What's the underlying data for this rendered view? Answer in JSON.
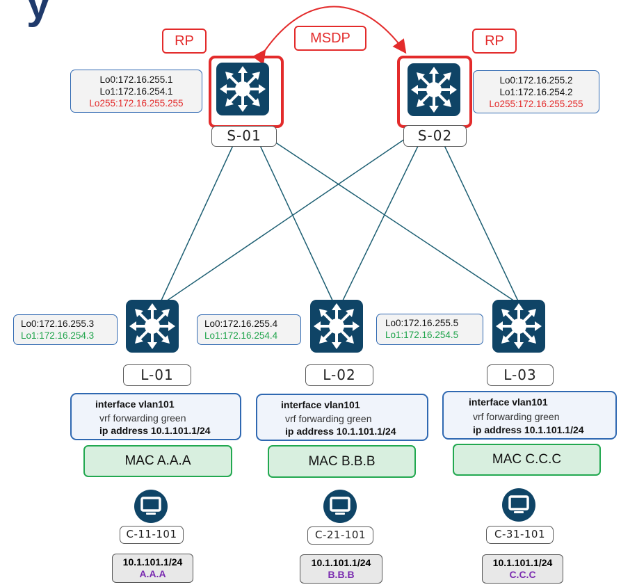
{
  "header": {
    "title_fragment": "y"
  },
  "labels": {
    "rp_left": "RP",
    "rp_right": "RP",
    "msdp": "MSDP"
  },
  "spines": [
    {
      "name": "S-01",
      "lo0": "Lo0:172.16.255.1",
      "lo1": "Lo1:172.16.254.1",
      "lo255": "Lo255:172.16.255.255"
    },
    {
      "name": "S-02",
      "lo0": "Lo0:172.16.255.2",
      "lo1": "Lo1:172.16.254.2",
      "lo255": "Lo255:172.16.255.255"
    }
  ],
  "leaves": [
    {
      "name": "L-01",
      "lo0": "Lo0:172.16.255.3",
      "lo1": "Lo1:172.16.254.3",
      "cfg1": "interface vlan101",
      "cfg2": "vrf forwarding green",
      "cfg3": "ip address 10.1.101.1/24",
      "mac": "MAC A.A.A",
      "client": "C-11-101",
      "client_ip": "10.1.101.1/24",
      "client_mac": "A.A.A"
    },
    {
      "name": "L-02",
      "lo0": "Lo0:172.16.255.4",
      "lo1": "Lo1:172.16.254.4",
      "cfg1": "interface vlan101",
      "cfg2": "vrf forwarding green",
      "cfg3": "ip address 10.1.101.1/24",
      "mac": "MAC B.B.B",
      "client": "C-21-101",
      "client_ip": "10.1.101.1/24",
      "client_mac": "B.B.B"
    },
    {
      "name": "L-03",
      "lo0": "Lo0:172.16.255.5",
      "lo1": "Lo1:172.16.254.5",
      "cfg1": "interface vlan101",
      "cfg2": "vrf forwarding green",
      "cfg3": "ip address 10.1.101.1/24",
      "mac": "MAC C.C.C",
      "client": "C-31-101",
      "client_ip": "10.1.101.1/24",
      "client_mac": "C.C.C"
    }
  ],
  "colors": {
    "router": "#0f4466",
    "link": "#1c5e72",
    "highlight": "#e32b2b",
    "mac_fill": "#d8efdf",
    "client_mac_text": "#7a2bb0"
  },
  "icons": {
    "router": "router-icon",
    "pc": "monitor-icon",
    "arrow": "msdp-arrow"
  }
}
